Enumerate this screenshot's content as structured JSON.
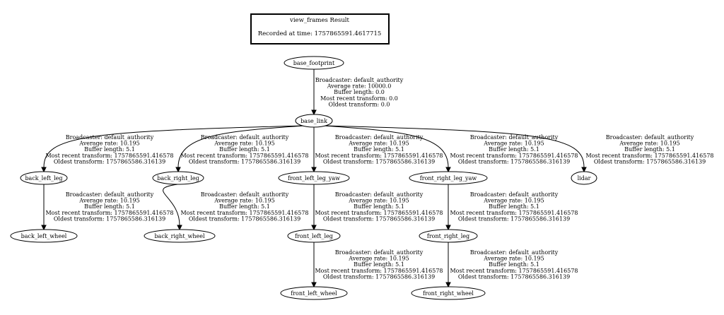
{
  "title": {
    "heading": "view_frames Result",
    "recorded": "Recorded at time: 1757865591.4617715"
  },
  "nodes": [
    {
      "id": "base_footprint",
      "label": "base_footprint"
    },
    {
      "id": "base_link",
      "label": "base_link"
    },
    {
      "id": "back_left_leg",
      "label": "back_left_leg"
    },
    {
      "id": "back_right_leg",
      "label": "back_right_leg"
    },
    {
      "id": "front_left_leg_yaw",
      "label": "front_left_leg_yaw"
    },
    {
      "id": "front_right_leg_yaw",
      "label": "front_right_leg_yaw"
    },
    {
      "id": "lidar",
      "label": "lidar"
    },
    {
      "id": "back_left_wheel",
      "label": "back_left_wheel"
    },
    {
      "id": "back_right_wheel",
      "label": "back_right_wheel"
    },
    {
      "id": "front_left_leg",
      "label": "front_left_leg"
    },
    {
      "id": "front_right_leg",
      "label": "front_right_leg"
    },
    {
      "id": "front_left_wheel",
      "label": "front_left_wheel"
    },
    {
      "id": "front_right_wheel",
      "label": "front_right_wheel"
    }
  ],
  "edges": [
    {
      "from": "base_footprint",
      "to": "base_link",
      "lines": [
        "Broadcaster: default_authority",
        "Average rate: 10000.0",
        "Buffer length: 0.0",
        "Most recent transform: 0.0",
        "Oldest transform: 0.0"
      ]
    },
    {
      "from": "base_link",
      "to": "back_left_leg",
      "lines": [
        "Broadcaster: default_authority",
        "Average rate: 10.195",
        "Buffer length: 5.1",
        "Most recent transform: 1757865591.416578",
        "Oldest transform: 1757865586.316139"
      ]
    },
    {
      "from": "base_link",
      "to": "back_right_leg",
      "lines": [
        "Broadcaster: default_authority",
        "Average rate: 10.195",
        "Buffer length: 5.1",
        "Most recent transform: 1757865591.416578",
        "Oldest transform: 1757865586.316139"
      ]
    },
    {
      "from": "base_link",
      "to": "front_left_leg_yaw",
      "lines": [
        "Broadcaster: default_authority",
        "Average rate: 10.195",
        "Buffer length: 5.1",
        "Most recent transform: 1757865591.416578",
        "Oldest transform: 1757865586.316139"
      ]
    },
    {
      "from": "base_link",
      "to": "front_right_leg_yaw",
      "lines": [
        "Broadcaster: default_authority",
        "Average rate: 10.195",
        "Buffer length: 5.1",
        "Most recent transform: 1757865591.416578",
        "Oldest transform: 1757865586.316139"
      ]
    },
    {
      "from": "base_link",
      "to": "lidar",
      "lines": [
        "Broadcaster: default_authority",
        "Average rate: 10.195",
        "Buffer length: 5.1",
        "Most recent transform: 1757865591.416578",
        "Oldest transform: 1757865586.316139"
      ]
    },
    {
      "from": "back_left_leg",
      "to": "back_left_wheel",
      "lines": [
        "Broadcaster: default_authority",
        "Average rate: 10.195",
        "Buffer length: 5.1",
        "Most recent transform: 1757865591.416578",
        "Oldest transform: 1757865586.316139"
      ]
    },
    {
      "from": "back_right_leg",
      "to": "back_right_wheel",
      "lines": [
        "Broadcaster: default_authority",
        "Average rate: 10.195",
        "Buffer length: 5.1",
        "Most recent transform: 1757865591.416578",
        "Oldest transform: 1757865586.316139"
      ]
    },
    {
      "from": "front_left_leg_yaw",
      "to": "front_left_leg",
      "lines": [
        "Broadcaster: default_authority",
        "Average rate: 10.195",
        "Buffer length: 5.1",
        "Most recent transform: 1757865591.416578",
        "Oldest transform: 1757865586.316139"
      ]
    },
    {
      "from": "front_right_leg_yaw",
      "to": "front_right_leg",
      "lines": [
        "Broadcaster: default_authority",
        "Average rate: 10.195",
        "Buffer length: 5.1",
        "Most recent transform: 1757865591.416578",
        "Oldest transform: 1757865586.316139"
      ]
    },
    {
      "from": "front_left_leg",
      "to": "front_left_wheel",
      "lines": [
        "Broadcaster: default_authority",
        "Average rate: 10.195",
        "Buffer length: 5.1",
        "Most recent transform: 1757865591.416578",
        "Oldest transform: 1757865586.316139"
      ]
    },
    {
      "from": "front_right_leg",
      "to": "front_right_wheel",
      "lines": [
        "Broadcaster: default_authority",
        "Average rate: 10.195",
        "Buffer length: 5.1",
        "Most recent transform: 1757865591.416578",
        "Oldest transform: 1757865586.316139"
      ]
    }
  ]
}
